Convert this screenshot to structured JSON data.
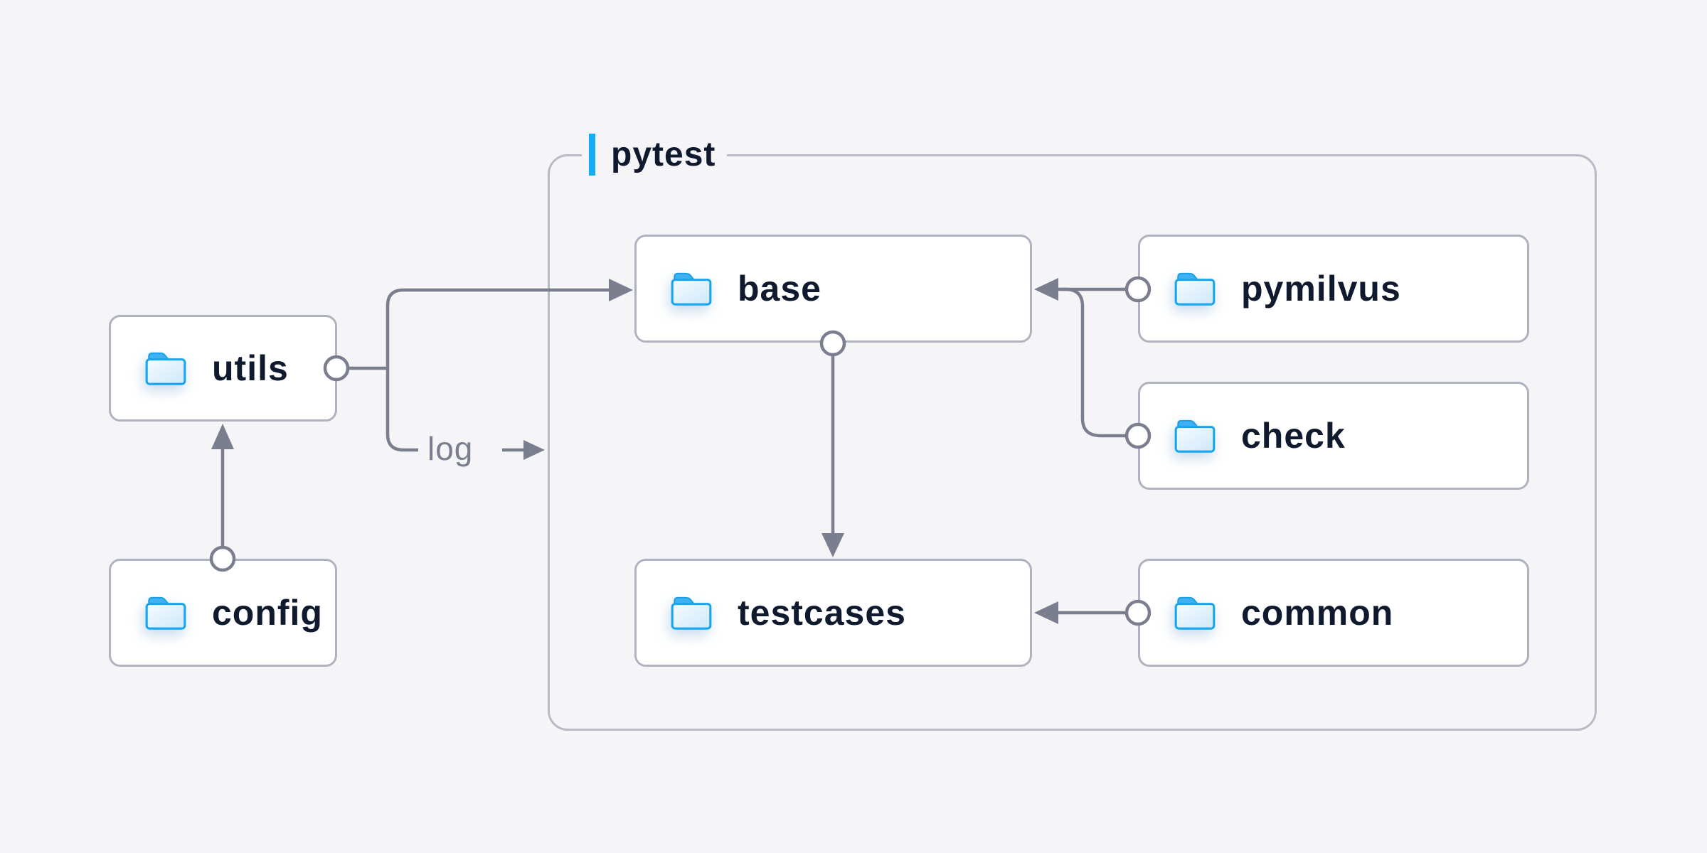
{
  "group": {
    "label": "pytest"
  },
  "nodes": {
    "utils": {
      "label": "utils",
      "icon": "folder-icon"
    },
    "config": {
      "label": "config",
      "icon": "folder-icon"
    },
    "base": {
      "label": "base",
      "icon": "folder-icon"
    },
    "testcases": {
      "label": "testcases",
      "icon": "folder-icon"
    },
    "pymilvus": {
      "label": "pymilvus",
      "icon": "folder-icon"
    },
    "check": {
      "label": "check",
      "icon": "folder-icon"
    },
    "common": {
      "label": "common",
      "icon": "folder-icon"
    }
  },
  "edges": [
    {
      "from": "config",
      "to": "utils",
      "label": ""
    },
    {
      "from": "utils",
      "to": "base",
      "label": ""
    },
    {
      "from": "utils",
      "to": "pytest",
      "label": "log"
    },
    {
      "from": "pymilvus",
      "to": "base",
      "label": ""
    },
    {
      "from": "check",
      "to": "base",
      "label": ""
    },
    {
      "from": "base",
      "to": "testcases",
      "label": ""
    },
    {
      "from": "common",
      "to": "testcases",
      "label": ""
    }
  ],
  "colors": {
    "background": "#F5F5F7",
    "node_fill": "#FFFFFF",
    "node_border": "#AFB3C0",
    "group_border": "#B8BBC6",
    "connector_gray": "#7A7E8E",
    "label_text": "#101A2E",
    "accent_bar_blue": "#12ADF3",
    "folder_blue": "#18A5F0"
  }
}
